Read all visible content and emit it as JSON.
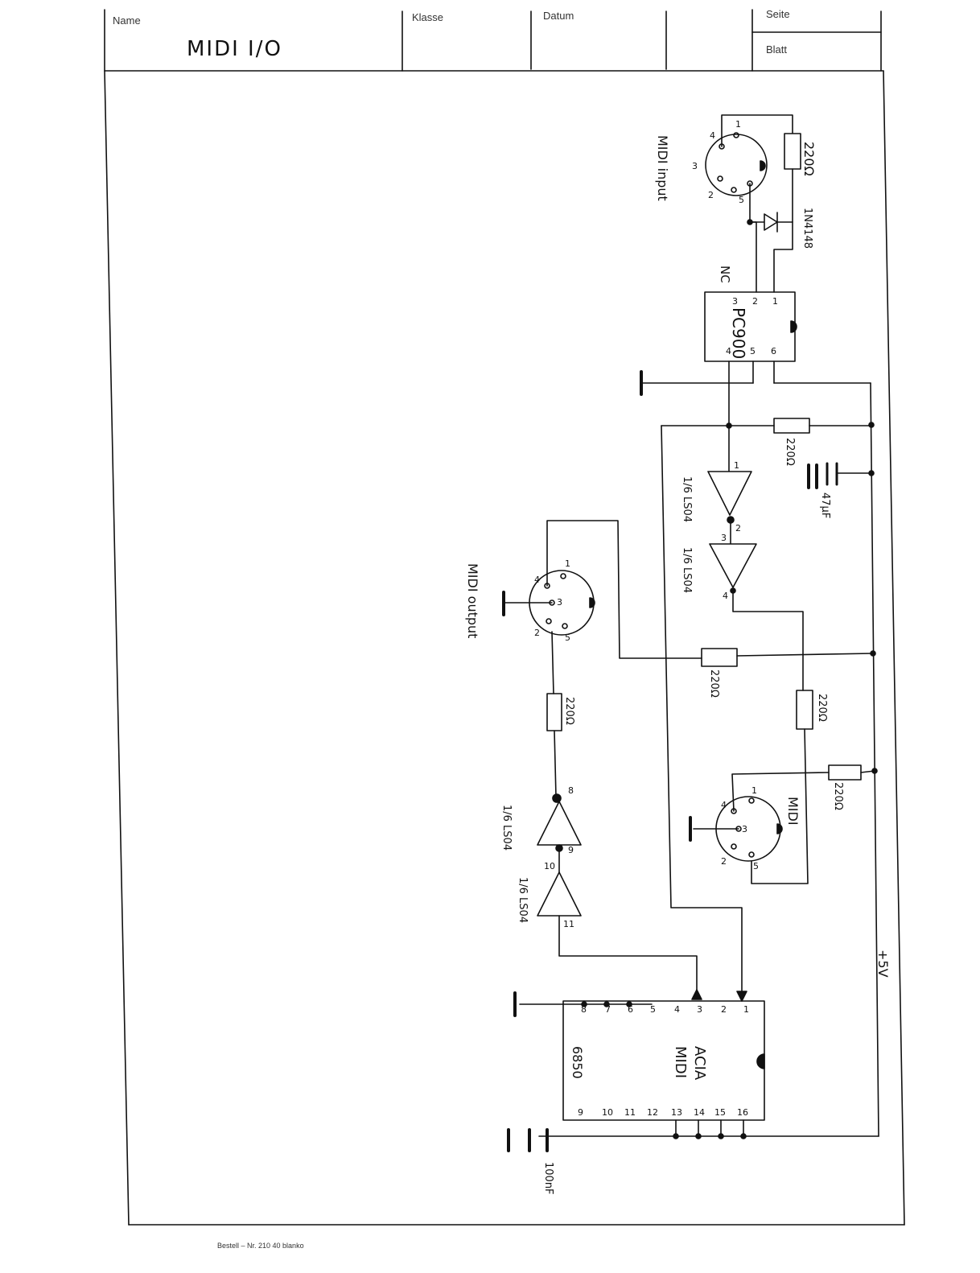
{
  "header": {
    "name_label": "Name",
    "name_value": "MIDI I/O",
    "klasse_label": "Klasse",
    "datum_label": "Datum",
    "seite_label": "Seite",
    "blatt_label": "Blatt"
  },
  "labels": {
    "midi_input": "MIDI input",
    "midi_output": "MIDI output",
    "midi_thru": "MIDI",
    "r_input": "220Ω",
    "diode": "1N4148",
    "nc": "NC",
    "opto": "PC900",
    "r_pullup": "220Ω",
    "cap": "47µF",
    "inv1": "1/6 LS04",
    "inv2": "1/6 LS04",
    "r_out_a": "220Ω",
    "r_thru": "220Ω",
    "r_thru_b": "220Ω",
    "r_out_b": "220Ω",
    "inv3": "1/6 LS04",
    "inv4": "1/6 LS04",
    "acia_line1": "ACIA",
    "acia_line2": "MIDI",
    "acia_line3": "6850",
    "cap_acia": "100nF",
    "v5": "+5V"
  },
  "pins": {
    "din": [
      "1",
      "2",
      "3",
      "4",
      "5"
    ],
    "opto": [
      "1",
      "2",
      "3",
      "4",
      "5",
      "6"
    ],
    "inv": [
      "1",
      "2",
      "3",
      "4",
      "8",
      "9",
      "10",
      "11"
    ],
    "acia_left": [
      "1",
      "2",
      "3",
      "4",
      "5",
      "6",
      "7",
      "8"
    ],
    "acia_right": [
      "16",
      "15",
      "14",
      "13",
      "12",
      "11",
      "10",
      "9"
    ]
  },
  "footer": {
    "order_text": "Bestell – Nr. 210 40 blanko"
  }
}
